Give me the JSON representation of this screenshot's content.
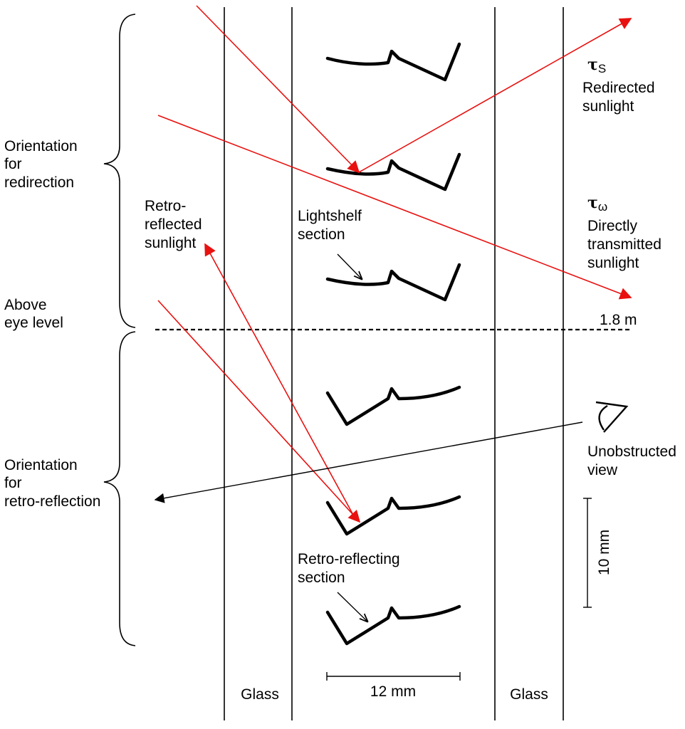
{
  "labels": {
    "orientation_redirection": [
      "Orientation",
      "for",
      "redirection"
    ],
    "above_eye_level": [
      "Above",
      "eye level"
    ],
    "orientation_retro": [
      "Orientation",
      "for",
      "retro-reflection"
    ],
    "retro_reflected_sunlight": [
      "Retro-",
      "reflected",
      "sunlight"
    ],
    "lightshelf_section": [
      "Lightshelf",
      "section"
    ],
    "retro_reflecting_section": [
      "Retro-reflecting",
      "section"
    ],
    "tau_s_symbol": "τ",
    "tau_s_subscript": "S",
    "redirected_sunlight": [
      "Redirected",
      "sunlight"
    ],
    "tau_w_symbol": "τ",
    "tau_w_subscript": "ω",
    "directly_transmitted_sunlight": [
      "Directly",
      "transmitted",
      "sunlight"
    ],
    "height_label": "1.8 m",
    "unobstructed_view": [
      "Unobstructed",
      "view"
    ],
    "scale_vertical": "10 mm",
    "scale_horizontal": "12 mm",
    "glass_left": "Glass",
    "glass_right": "Glass"
  },
  "colors": {
    "sunlight_ray": "#e8110f",
    "view_ray": "#000000",
    "outline": "#000000"
  }
}
